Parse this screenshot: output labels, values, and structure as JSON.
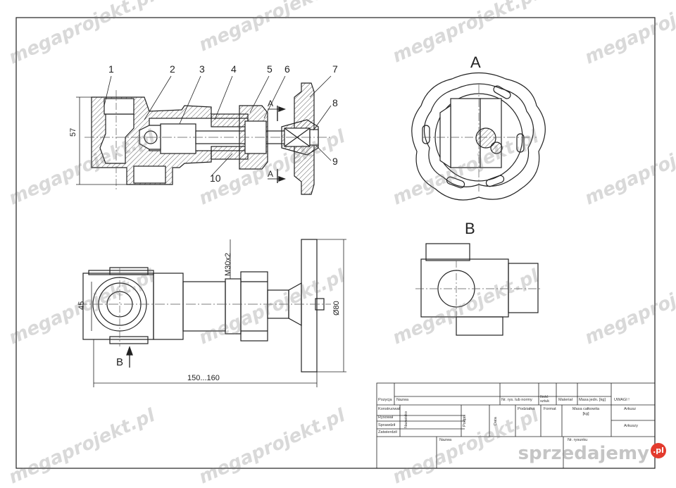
{
  "drawing": {
    "part_numbers": [
      "1",
      "2",
      "3",
      "4",
      "5",
      "6",
      "7",
      "8",
      "9",
      "10"
    ],
    "section_marker": "A",
    "view_a_label": "A",
    "view_b_label": "B",
    "view_b_arrow_label": "B",
    "dimensions": {
      "height_57": "57",
      "height_45": "45",
      "thread": "M30x2",
      "diameter": "Ø80",
      "length": "150...160"
    }
  },
  "title_block": {
    "pozycja": "Pozycja",
    "nazwa": "Nazwa",
    "nr_rys": "Nr. rys. lub normy",
    "ilosc": "Ilość sztuk",
    "material": "Materiał",
    "masa_jedn": "Masa jedn. [kg]",
    "uwagi": "UWAGI !",
    "konstruowal": "Konstruował",
    "rysowal": "Rysował",
    "sprawdzil": "Sprawdził",
    "zatwierdzil": "Zatwierdził",
    "nazwisko": "Nazwisko",
    "podpis": "Podpis",
    "data": "Data",
    "podzialka": "Podziałka",
    "format": "Format",
    "masa_calkowita": "Masa całkowita [kg]",
    "arkusz": "Arkusz",
    "arkuszy": "Arkuszy",
    "nazwa_bottom": "Nazwa",
    "nr_rysunku": "Nr. rysunku"
  },
  "watermarks": {
    "text": "megaprojekt.pl",
    "brand": "sprzedajemy",
    "brand_badge": ".pl"
  },
  "colors": {
    "line": "#222222",
    "center_line": "#555555",
    "watermark": "#8c8c8c",
    "brand_badge": "#e33b2e"
  }
}
